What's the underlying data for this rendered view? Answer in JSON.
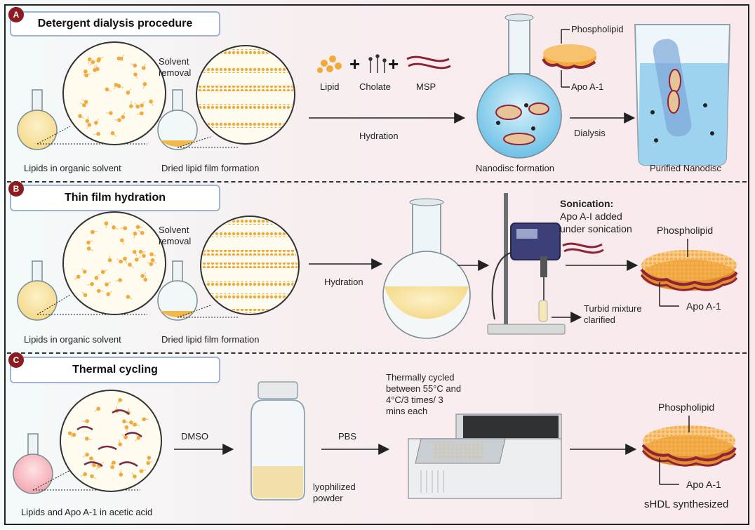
{
  "sections": {
    "a": {
      "badge": "A",
      "title": "Detergent dialysis procedure"
    },
    "b": {
      "badge": "B",
      "title": "Thin film hydration"
    },
    "c": {
      "badge": "C",
      "title": "Thermal cycling"
    }
  },
  "labels": {
    "a_lipids_organic": "Lipids in organic solvent",
    "a_solvent_removal_1": "Solvent",
    "a_solvent_removal_2": "removal",
    "a_dried_film": "Dried lipid film formation",
    "a_lipid": "Lipid",
    "a_cholate": "Cholate",
    "a_msp": "MSP",
    "a_hydration": "Hydration",
    "a_phospholipid": "Phospholipid",
    "a_apoa1": "Apo A-1",
    "a_nanodisc_formation": "Nanodisc formation",
    "a_dialysis": "Dialysis",
    "a_purified": "Purified Nanodisc",
    "b_lipids_organic": "Lipids in organic solvent",
    "b_solvent_removal_1": "Solvent",
    "b_solvent_removal_2": "removal",
    "b_dried_film": "Dried lipid film formation",
    "b_hydration": "Hydration",
    "b_sonication_title": "Sonication:",
    "b_sonication_1": "Apo A-I added",
    "b_sonication_2": "under sonication",
    "b_phospholipid": "Phospholipid",
    "b_apoa1": "Apo A-1",
    "b_turbid_1": "Turbid mixture",
    "b_turbid_2": "clarified",
    "c_lipids_apo": "Lipids and Apo A-1 in acetic acid",
    "c_dmso": "DMSO",
    "c_lyophilized_1": "lyophilized",
    "c_lyophilized_2": "powder",
    "c_pbs": "PBS",
    "c_thermal_1": "Thermally cycled",
    "c_thermal_2": "between 55°C and",
    "c_thermal_3": "4°C/3 times/ 3",
    "c_thermal_4": "mins each",
    "c_phospholipid": "Phospholipid",
    "c_apoa1": "Apo A-1",
    "c_shdl": "sHDL synthesized"
  },
  "colors": {
    "lipid_orange": "#f3a93a",
    "apo_red": "#8e2236",
    "badge": "#8b1d22",
    "title_border": "#9fb3d9"
  }
}
